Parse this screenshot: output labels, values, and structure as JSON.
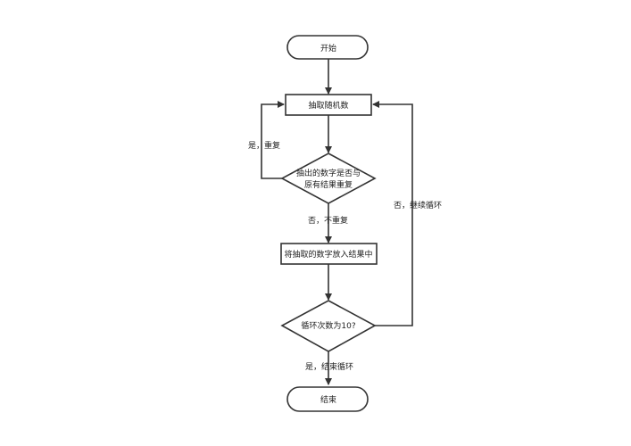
{
  "nodes": {
    "start": "开始",
    "draw": "抽取随机数",
    "check_line1": "抽出的数字是否与",
    "check_line2": "原有结果重复",
    "put": "将抽取的数字放入结果中",
    "loop": "循环次数为10?",
    "end": "结束"
  },
  "edges": {
    "repeat_yes": "是，重复",
    "not_repeat": "否，不重复",
    "continue_loop": "否，继续循环",
    "end_loop": "是，结束循环"
  },
  "colors": {
    "stroke": "#333333",
    "fill": "#ffffff",
    "text": "#222222"
  }
}
